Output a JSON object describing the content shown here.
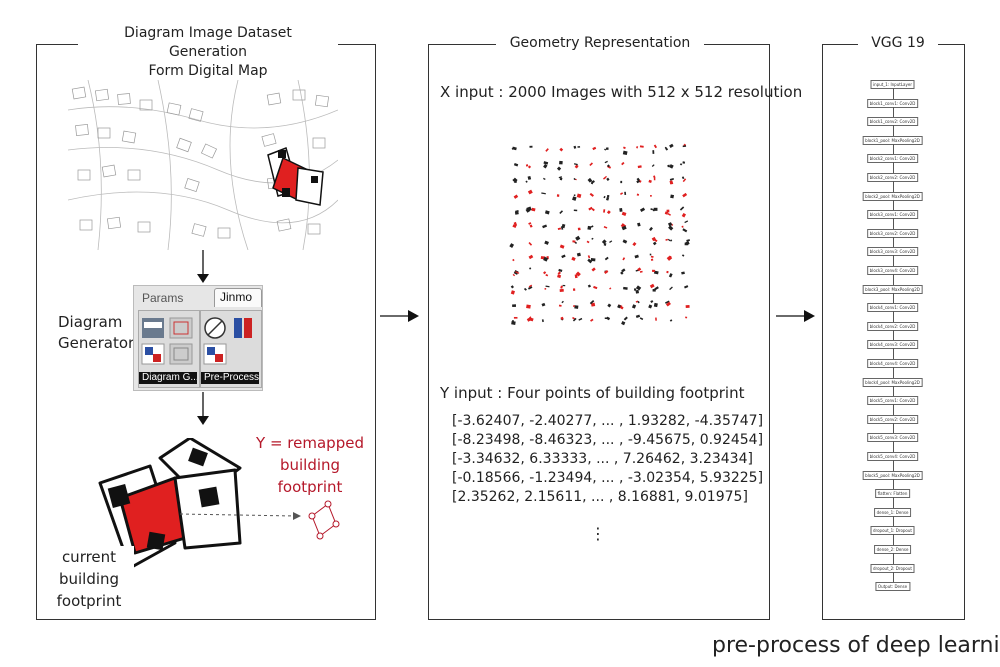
{
  "panels": {
    "left_title_line1": "Diagram Image Dataset Generation",
    "left_title_line2": "Form Digital Map",
    "middle_title": "Geometry Representation",
    "right_title": "VGG 19"
  },
  "left": {
    "diagram_generator_line1": "Diagram",
    "diagram_generator_line2": "Generator",
    "params_tab": "Params",
    "jinmo_tab": "Jinmo",
    "diagram_caption": "Diagram G...",
    "preprocess_caption": "Pre-Process",
    "y_label_line1": "Y = remapped",
    "y_label_line2": "building",
    "y_label_line3": "footprint",
    "current_line1": "current",
    "current_line2": "building",
    "current_line3": "footprint"
  },
  "middle": {
    "x_input": "X input : 2000 Images with 512 x 512 resolution",
    "y_input": "Y input : Four points of building footprint",
    "rows": [
      "[-3.62407, -2.40277, ... , 1.93282, -4.35747]",
      "[-8.23498, -8.46323, ... , -9.45675, 0.92454]",
      "[-3.34632, 6.33333, ... , 7.26462, 3.23434]",
      "[-0.18566, -1.23494, ... , -3.02354, 5.93225]",
      "[2.35262, 2.15611, ... , 8.16881, 9.01975]"
    ],
    "ellipsis": "⋮"
  },
  "vgg_layers": [
    "input_1: InputLayer",
    "block1_conv1: Conv2D",
    "block1_conv2: Conv2D",
    "block1_pool: MaxPooling2D",
    "block2_conv1: Conv2D",
    "block2_conv2: Conv2D",
    "block2_pool: MaxPooling2D",
    "block3_conv1: Conv2D",
    "block3_conv2: Conv2D",
    "block3_conv3: Conv2D",
    "block3_conv4: Conv2D",
    "block3_pool: MaxPooling2D",
    "block4_conv1: Conv2D",
    "block4_conv2: Conv2D",
    "block4_conv3: Conv2D",
    "block4_conv4: Conv2D",
    "block4_pool: MaxPooling2D",
    "block5_conv1: Conv2D",
    "block5_conv2: Conv2D",
    "block5_conv3: Conv2D",
    "block5_conv4: Conv2D",
    "block5_pool: MaxPooling2D",
    "flatten: Flatten",
    "dense_1: Dense",
    "dropout_1: Dropout",
    "dense_2: Dense",
    "dropout_2: Dropout",
    "Output: Dense"
  ],
  "footer": "pre-process of deep learning",
  "colors": {
    "accent_red": "#b5182a",
    "footprint_red": "#e02020",
    "frame": "#333333"
  }
}
